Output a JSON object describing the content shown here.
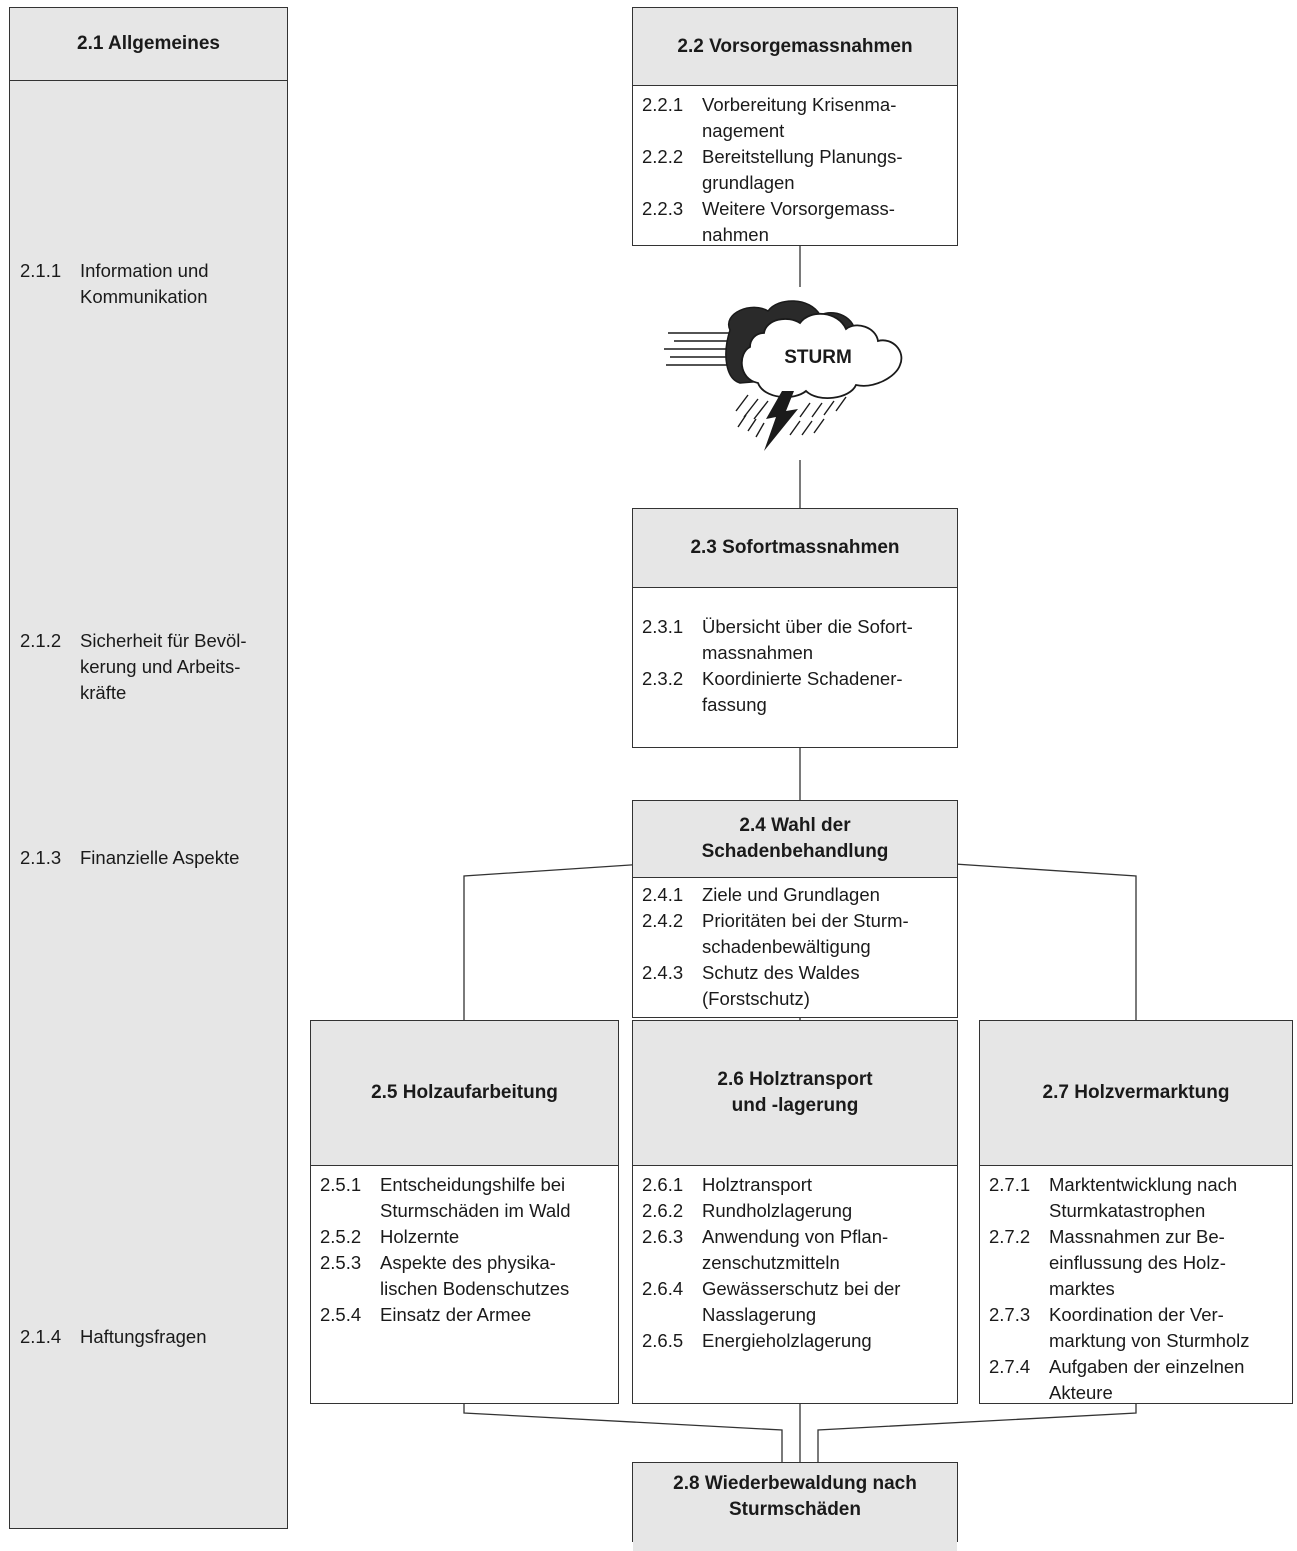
{
  "sidebar": {
    "title": "2.1 Allgemeines",
    "items": [
      {
        "num": "2.1.1",
        "lines": [
          "Information und",
          "Kommunikation"
        ]
      },
      {
        "num": "2.1.2",
        "lines": [
          "Sicherheit für Bevöl-",
          "kerung und Arbeits-",
          "kräfte"
        ]
      },
      {
        "num": "2.1.3",
        "lines": [
          "Finanzielle Aspekte"
        ]
      },
      {
        "num": "2.1.4",
        "lines": [
          "Haftungsfragen"
        ]
      }
    ]
  },
  "storm": {
    "label": "STURM"
  },
  "boxes": {
    "b22": {
      "title": [
        "2.2  Vorsorgemassnahmen"
      ],
      "items": [
        {
          "num": "2.2.1",
          "lines": [
            "Vorbereitung Krisenma-",
            "nagement"
          ]
        },
        {
          "num": "2.2.2",
          "lines": [
            "Bereitstellung Planungs-",
            "grundlagen"
          ]
        },
        {
          "num": "2.2.3",
          "lines": [
            "Weitere Vorsorgemass-",
            "nahmen"
          ]
        }
      ]
    },
    "b23": {
      "title": [
        "2.3  Sofortmassnahmen"
      ],
      "items": [
        {
          "num": "2.3.1",
          "lines": [
            "Übersicht über die Sofort-",
            "massnahmen"
          ]
        },
        {
          "num": "2.3.2",
          "lines": [
            "Koordinierte Schadener-",
            "fassung"
          ]
        }
      ]
    },
    "b24": {
      "title": [
        "2.4  Wahl der",
        "Schadenbehandlung"
      ],
      "items": [
        {
          "num": "2.4.1",
          "lines": [
            "Ziele und Grundlagen"
          ]
        },
        {
          "num": "2.4.2",
          "lines": [
            "Prioritäten bei der Sturm-",
            "schadenbewältigung"
          ]
        },
        {
          "num": "2.4.3",
          "lines": [
            "Schutz des Waldes",
            "(Forstschutz)"
          ]
        }
      ]
    },
    "b25": {
      "title": [
        "2.5  Holzaufarbeitung"
      ],
      "items": [
        {
          "num": "2.5.1",
          "lines": [
            "Entscheidungshilfe bei",
            "Sturmschäden im Wald"
          ]
        },
        {
          "num": "2.5.2",
          "lines": [
            "Holzernte"
          ]
        },
        {
          "num": "2.5.3",
          "lines": [
            "Aspekte des physika-",
            "lischen Bodenschutzes"
          ]
        },
        {
          "num": "2.5.4",
          "lines": [
            "Einsatz der Armee"
          ]
        }
      ]
    },
    "b26": {
      "title": [
        "2.6  Holztransport",
        "und -lagerung"
      ],
      "items": [
        {
          "num": "2.6.1",
          "lines": [
            "Holztransport"
          ]
        },
        {
          "num": "2.6.2",
          "lines": [
            "Rundholzlagerung"
          ]
        },
        {
          "num": "2.6.3",
          "lines": [
            "Anwendung von Pflan-",
            "zenschutzmitteln"
          ]
        },
        {
          "num": "2.6.4",
          "lines": [
            "Gewässerschutz bei der",
            "Nasslagerung"
          ]
        },
        {
          "num": "2.6.5",
          "lines": [
            "Energieholzlagerung"
          ]
        }
      ]
    },
    "b27": {
      "title": [
        "2.7  Holzvermarktung"
      ],
      "items": [
        {
          "num": "2.7.1",
          "lines": [
            "Marktentwicklung nach",
            "Sturmkatastrophen"
          ]
        },
        {
          "num": "2.7.2",
          "lines": [
            "Massnahmen zur Be-",
            "einflussung des Holz-",
            "marktes"
          ]
        },
        {
          "num": "2.7.3",
          "lines": [
            "Koordination der Ver-",
            "marktung von Sturmholz"
          ]
        },
        {
          "num": "2.7.4",
          "lines": [
            "Aufgaben der einzelnen",
            "Akteure"
          ]
        }
      ]
    },
    "b28": {
      "title": [
        "2.8  Wiederbewaldung nach",
        "Sturmschäden"
      ],
      "items": []
    }
  },
  "colors": {
    "header_fill": "#e6e6e6",
    "border": "#333333",
    "text": "#1a1a1a"
  }
}
